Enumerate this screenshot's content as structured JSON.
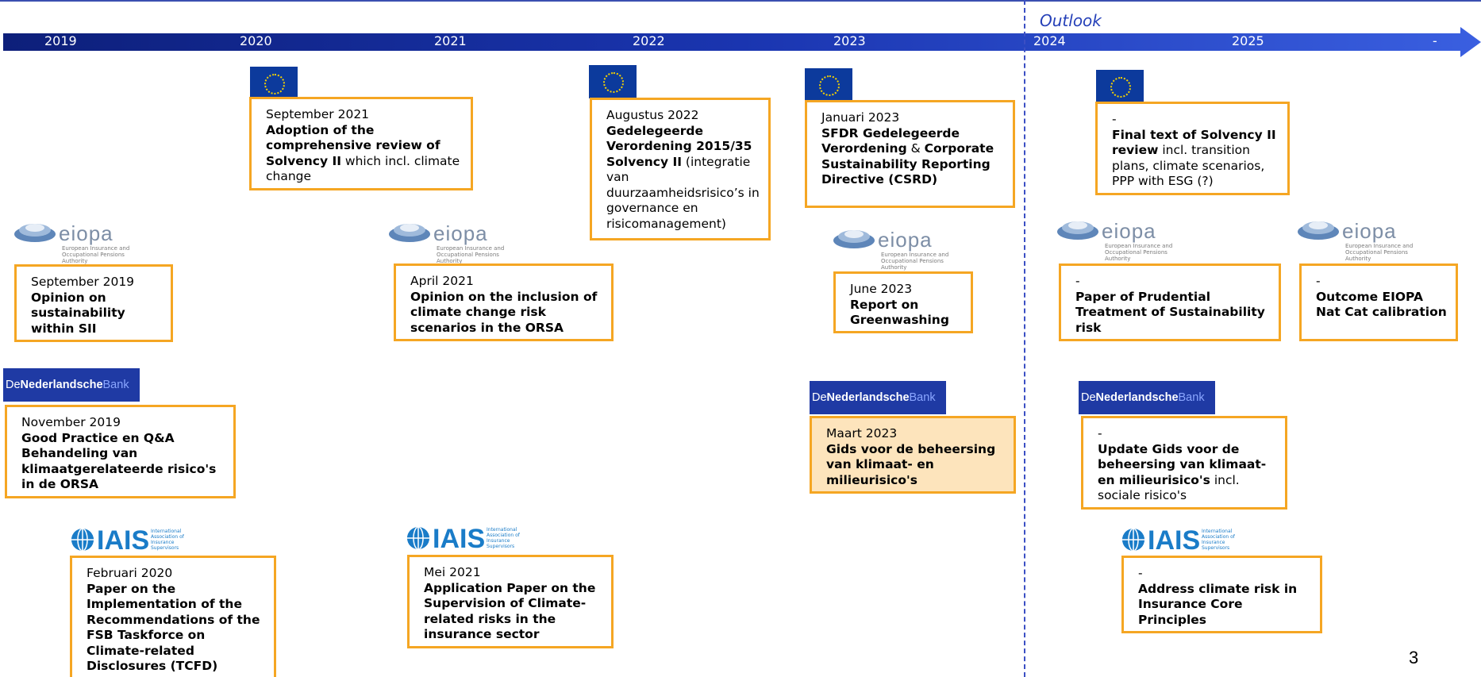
{
  "outlook_label": "Outlook",
  "years": [
    "2019",
    "2020",
    "2021",
    "2022",
    "2023",
    "2024",
    "2025"
  ],
  "arrow_end_marker": "-",
  "logos": {
    "eiopa_word": "eiopa",
    "eiopa_subtitle": "European Insurance and Occupational Pensions Authority",
    "dnb_part1": "De",
    "dnb_part2": "Nederlandsche",
    "dnb_part3": "Bank",
    "iais_word": "IAIS",
    "iais_subtitle": "International Association of Insurance Supervisors"
  },
  "events": {
    "eu_2021": {
      "date": "September 2021",
      "title": "Adoption of the comprehensive review of Solvency II",
      "extra": " which incl. climate change"
    },
    "eu_2022": {
      "date": "Augustus 2022",
      "title": "Gedelegeerde Verordening 2015/35 Solvency II",
      "extra": " (integratie van duurzaamheidsrisico’s in  governance en  risicomanagement)"
    },
    "eu_2023": {
      "date": "Januari 2023",
      "title": "SFDR Gedelegeerde Verordening",
      "connector": " & ",
      "title2": "Corporate Sustainability Reporting  Directive (CSRD)"
    },
    "eu_2025": {
      "date": "-",
      "title": "Final text of Solvency II review",
      "extra": " incl. transition plans, climate scenarios, PPP with ESG (?)"
    },
    "eiopa_2019": {
      "date": "September 2019",
      "title": "Opinion on sustainability within SII"
    },
    "eiopa_2021": {
      "date": "April 2021",
      "title": "Opinion on the inclusion of climate change risk scenarios in the ORSA"
    },
    "eiopa_2023": {
      "date": "June 2023",
      "title": "Report on Greenwashing"
    },
    "eiopa_2024": {
      "date": "-",
      "title": "Paper of Prudential Treatment of Sustainability risk"
    },
    "eiopa_2025": {
      "date": "-",
      "title": "Outcome EIOPA Nat Cat calibration"
    },
    "dnb_2019": {
      "date": "November 2019",
      "title": "Good Practice en Q&A Behandeling van klimaatgerelateerde risico's in de ORSA"
    },
    "dnb_2023": {
      "date": "Maart 2023",
      "title": "Gids voor de beheersing van klimaat- en milieurisico's"
    },
    "dnb_2024": {
      "date": "-",
      "title": "Update Gids voor de beheersing van klimaat- en milieurisico's",
      "extra": " incl. sociale risico's"
    },
    "iais_2020": {
      "date": "Februari 2020",
      "title": "Paper on the Implementation of the Recommendations of the FSB Taskforce on Climate-related Disclosures (TCFD)"
    },
    "iais_2021": {
      "date": "Mei 2021",
      "title": "Application Paper on the Supervision of Climate-related risks in the insurance sector"
    },
    "iais_2024": {
      "date": "-",
      "title": "Address climate risk in Insurance Core Principles"
    }
  },
  "page_number": "3",
  "colors": {
    "timeline_dark": "#0d1f7a",
    "timeline_light": "#3a5fe0",
    "box_border": "#f5a623",
    "highlight_fill": "#fde4bc",
    "outlook_blue": "#2540b8"
  }
}
